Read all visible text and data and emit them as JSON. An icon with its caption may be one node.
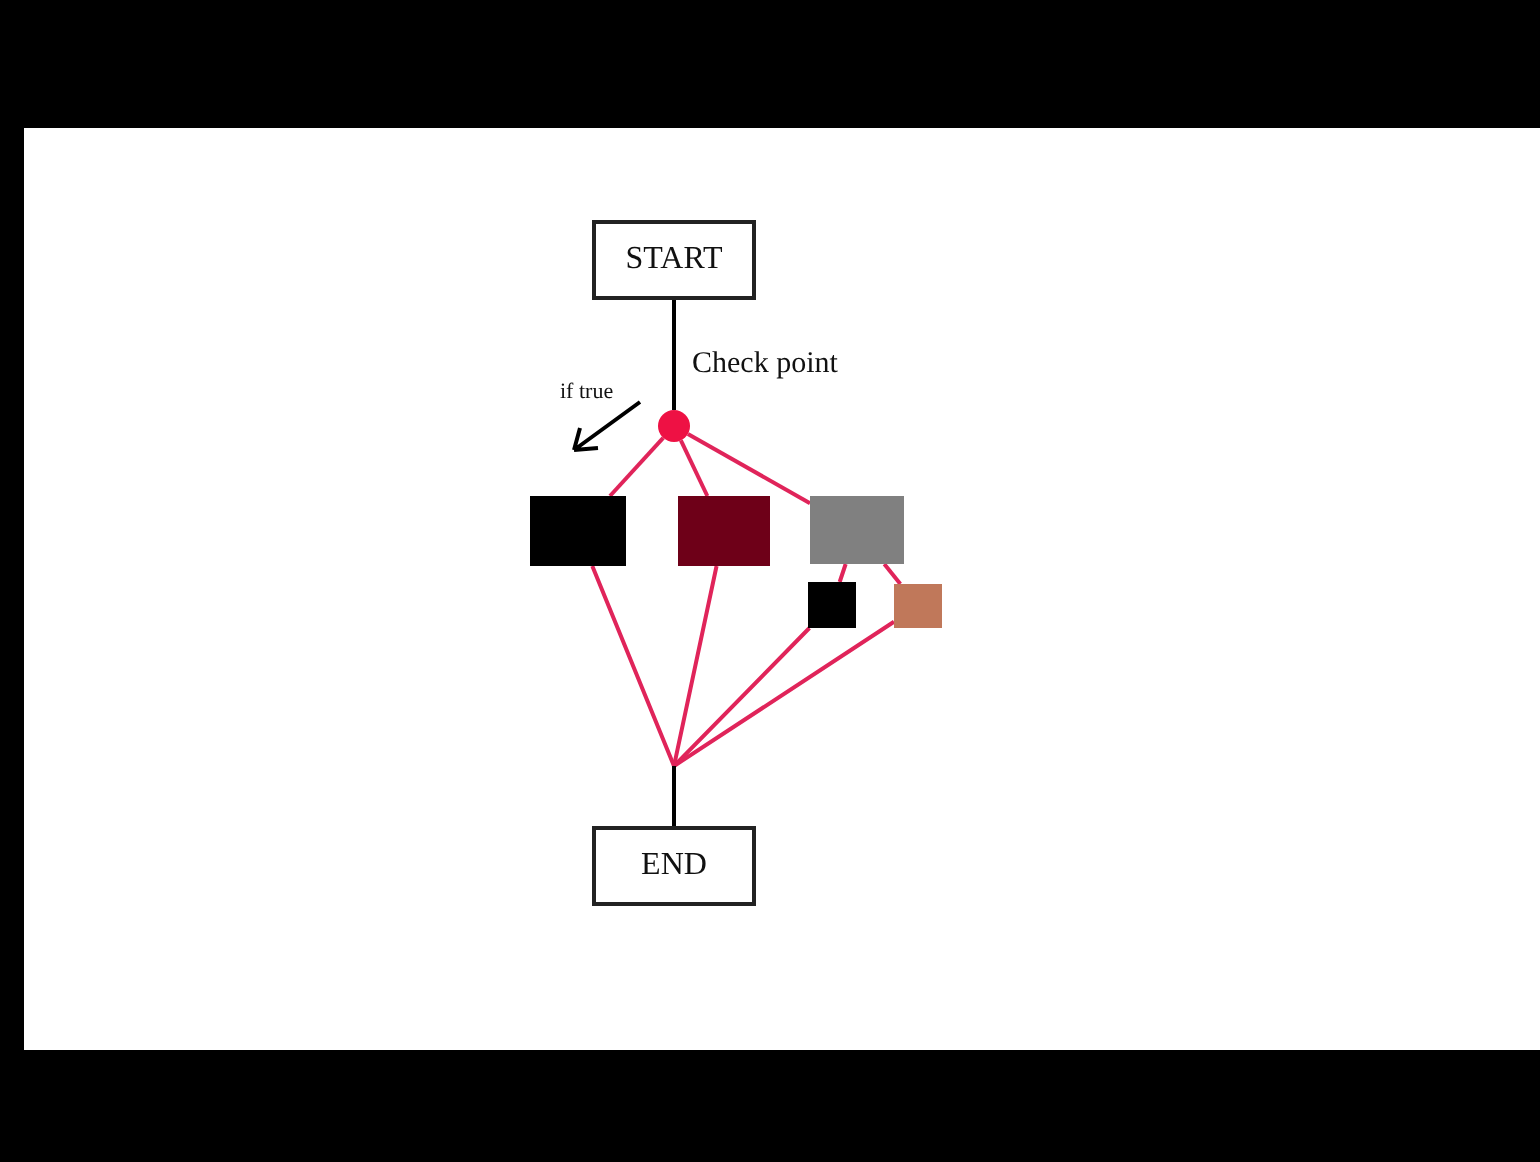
{
  "diagram": {
    "nodes": [
      {
        "text": [
          "START"
        ]
      },
      {
        "text": [],
        "shape": "circle",
        "beside": [
          "Check point"
        ]
      },
      {
        "text": [],
        "shape": "box"
      },
      {
        "text": [],
        "shape": "box"
      },
      {
        "text": [],
        "shape": "box"
      },
      {
        "text": [],
        "shape": "box"
      },
      {
        "text": [],
        "shape": "box"
      },
      {
        "text": [
          "END"
        ]
      }
    ],
    "edges": [
      {
        "from": 0,
        "to": 1,
        "arrow": "none",
        "color": "#000000"
      },
      {
        "from": 1,
        "to": 2,
        "arrow": "none"
      },
      {
        "from": 1,
        "to": 3,
        "arrow": "none"
      },
      {
        "from": 1,
        "to": 4,
        "arrow": "none"
      },
      {
        "from": 4,
        "to": 5,
        "arrow": "none"
      },
      {
        "from": 4,
        "to": 6,
        "arrow": "none"
      },
      {
        "from": 2,
        "to": 7,
        "arrow": "none"
      },
      {
        "from": 3,
        "to": 7,
        "arrow": "none"
      },
      {
        "from": 5,
        "to": 7,
        "arrow": "none"
      },
      {
        "from": 6,
        "to": 7,
        "arrow": "none"
      }
    ],
    "labels": [
      "if true"
    ]
  }
}
